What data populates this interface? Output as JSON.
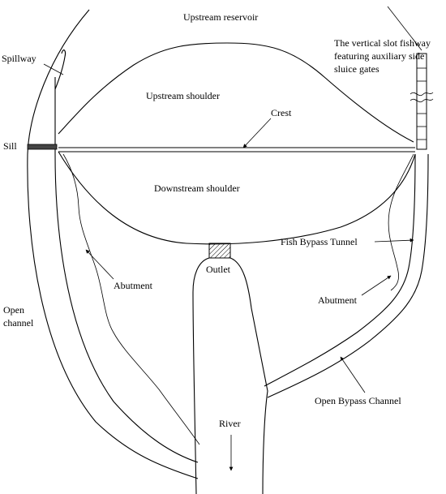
{
  "labels": {
    "upstream_reservoir": "Upstream reservoir",
    "spillway": "Spillway",
    "fishway_line1": "The vertical slot fishway",
    "fishway_line2": "featuring auxiliary side",
    "fishway_line3": "sluice gates",
    "upstream_shoulder": "Upstream shoulder",
    "crest": "Crest",
    "sill": "Sill",
    "downstream_shoulder": "Downstream shoulder",
    "fish_bypass_tunnel": "Fish Bypass Tunnel",
    "outlet": "Outlet",
    "abutment_left": "Abutment",
    "abutment_right": "Abutment",
    "open_channel_line1": "Open",
    "open_channel_line2": "channel",
    "open_bypass_channel": "Open Bypass Channel",
    "river": "River"
  },
  "colors": {
    "line": "#000000",
    "sill_fill": "#444444",
    "background": "#ffffff"
  }
}
